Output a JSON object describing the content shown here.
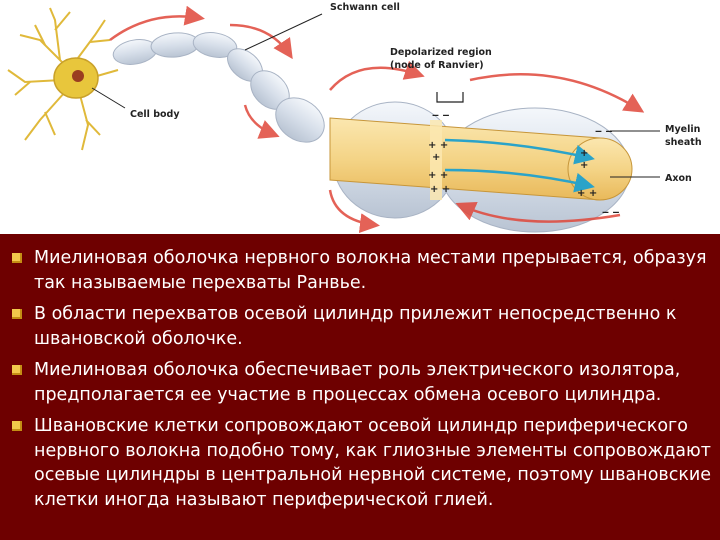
{
  "figure": {
    "labels": {
      "schwann_cell": "Schwann cell",
      "depolarized_region_line1": "Depolarized region",
      "depolarized_region_line2": "(node of Ranvier)",
      "cell_body": "Cell body",
      "myelin_sheath_line1": "Myelin",
      "myelin_sheath_line2": "sheath",
      "axon": "Axon"
    },
    "colors": {
      "myelin": "#dfe6f0",
      "axon": "#f4d487",
      "current_arrows": "#e0473a",
      "ion_flow_arrows": "#2aa3c9",
      "neuron": "#e8c63c"
    }
  },
  "bullets": [
    {
      "text": "Миелиновая оболочка нервного волокна местами прерывается, образуя так называемые перехваты Ранвье."
    },
    {
      "text": "В области перехватов осевой цилиндр прилежит непосредственно к швановской оболочке."
    },
    {
      "text": "Миелиновая оболочка обеспечивает роль электрического изолятора, предполагается ее участие в процессах обмена осевого цилиндра."
    },
    {
      "text": "Швановские клетки сопровождают осевой цилиндр периферического нервного волокна подобно тому, как глиозные элементы сопровождают осевые цилиндры в центральной нервной системе, поэтому швановские клетки иногда называют периферической глией."
    }
  ],
  "theme": {
    "background": "#6e0000",
    "bullet_marker": "#f2c84b"
  }
}
